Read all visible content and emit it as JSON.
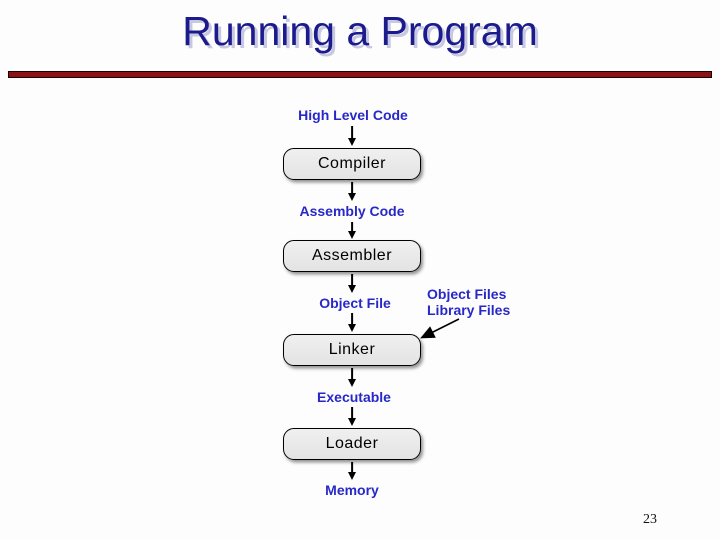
{
  "slide": {
    "title": "Running a Program",
    "page_number": "23"
  },
  "colors": {
    "title_navy": "#1b1b8e",
    "title_shadow": "#c8c8e0",
    "label_blue": "#2828c8",
    "rule_dark_red": "#8e1212",
    "box_fill": "#eaeaea",
    "box_border": "#000000",
    "background": "#fdfdfd"
  },
  "flowchart": {
    "labels": {
      "high_level_code": "High Level Code",
      "assembly_code": "Assembly Code",
      "object_file": "Object File",
      "executable": "Executable",
      "memory": "Memory"
    },
    "boxes": {
      "compiler": "Compiler",
      "assembler": "Assembler",
      "linker": "Linker",
      "loader": "Loader"
    },
    "side_label": {
      "line1": "Object Files",
      "line2": "Library Files"
    }
  }
}
